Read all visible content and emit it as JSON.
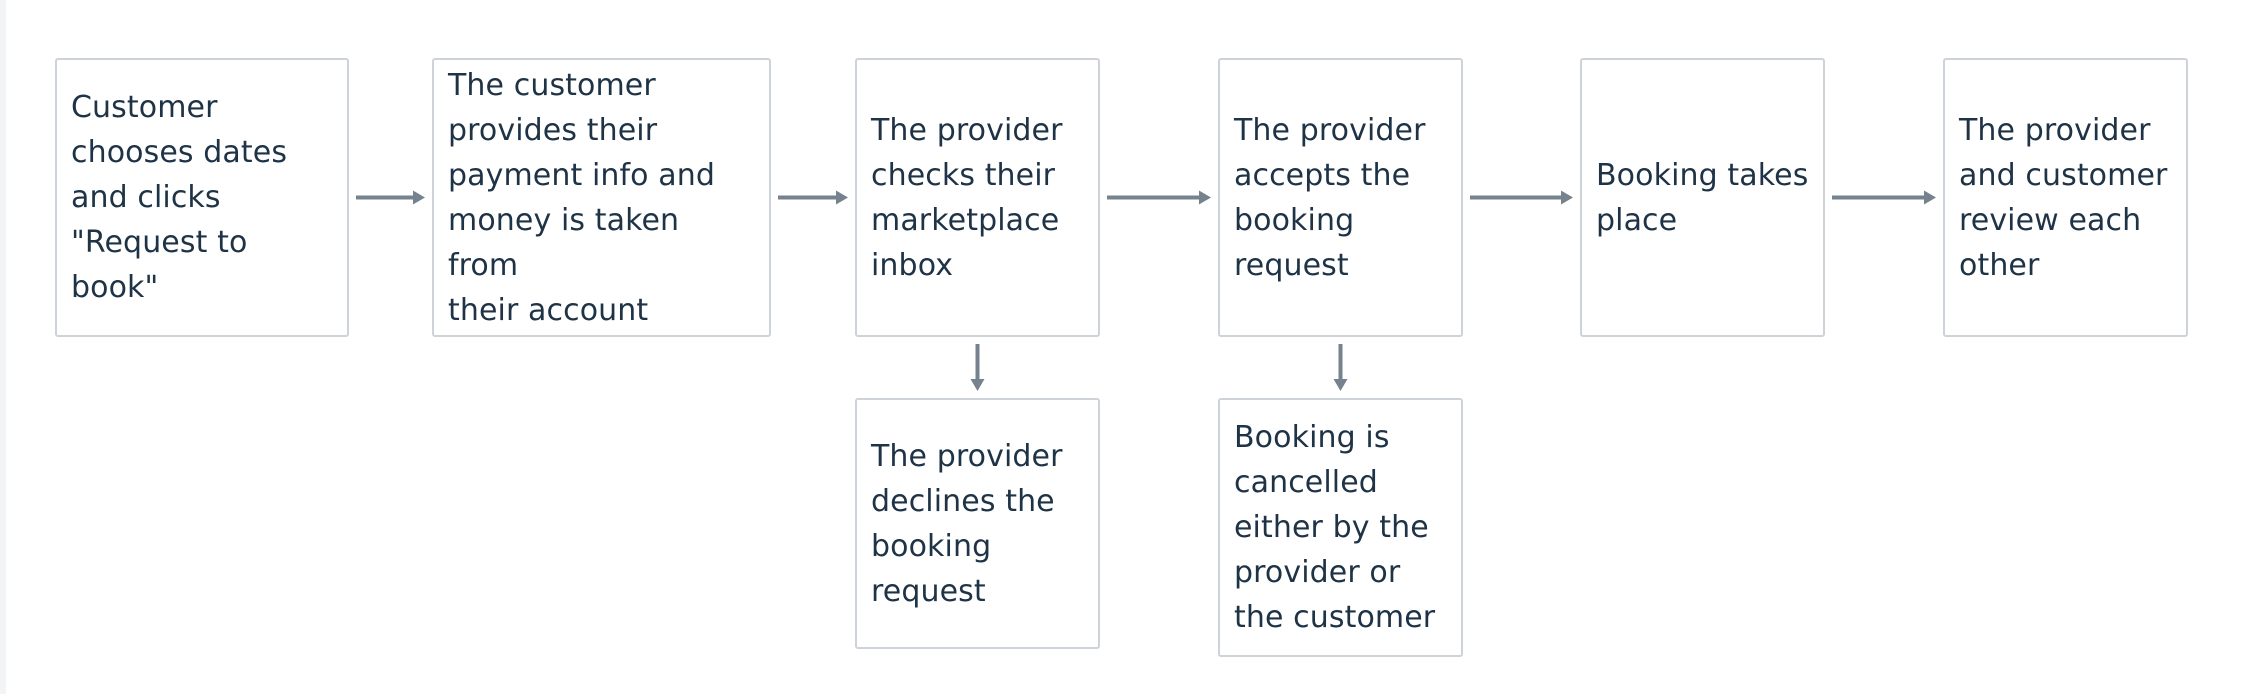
{
  "diagram": {
    "colors": {
      "background": "#ffffff",
      "page_margin": "#f3f4f5",
      "box_border": "#cdd3d9",
      "text": "#1f3347",
      "arrow": "#76838f"
    },
    "nodes": [
      {
        "id": "n1",
        "label": "Customer\nchooses dates\nand clicks\n\"Request to book\""
      },
      {
        "id": "n2",
        "label": "The customer\nprovides their\npayment info and\nmoney is taken from\ntheir account"
      },
      {
        "id": "n3",
        "label": "The provider\nchecks their\nmarketplace\ninbox"
      },
      {
        "id": "n4",
        "label": "The provider\naccepts the\nbooking\nrequest"
      },
      {
        "id": "n5",
        "label": "Booking takes\nplace"
      },
      {
        "id": "n6",
        "label": "The provider\nand customer\nreview each\nother"
      },
      {
        "id": "n7",
        "label": "The provider\ndeclines the\nbooking\nrequest"
      },
      {
        "id": "n8",
        "label": "Booking is\ncancelled\neither by the\nprovider or\nthe customer"
      }
    ],
    "edges": [
      {
        "from": "n1",
        "to": "n2"
      },
      {
        "from": "n2",
        "to": "n3"
      },
      {
        "from": "n3",
        "to": "n4"
      },
      {
        "from": "n4",
        "to": "n5"
      },
      {
        "from": "n5",
        "to": "n6"
      },
      {
        "from": "n3",
        "to": "n7"
      },
      {
        "from": "n4",
        "to": "n8"
      }
    ]
  }
}
